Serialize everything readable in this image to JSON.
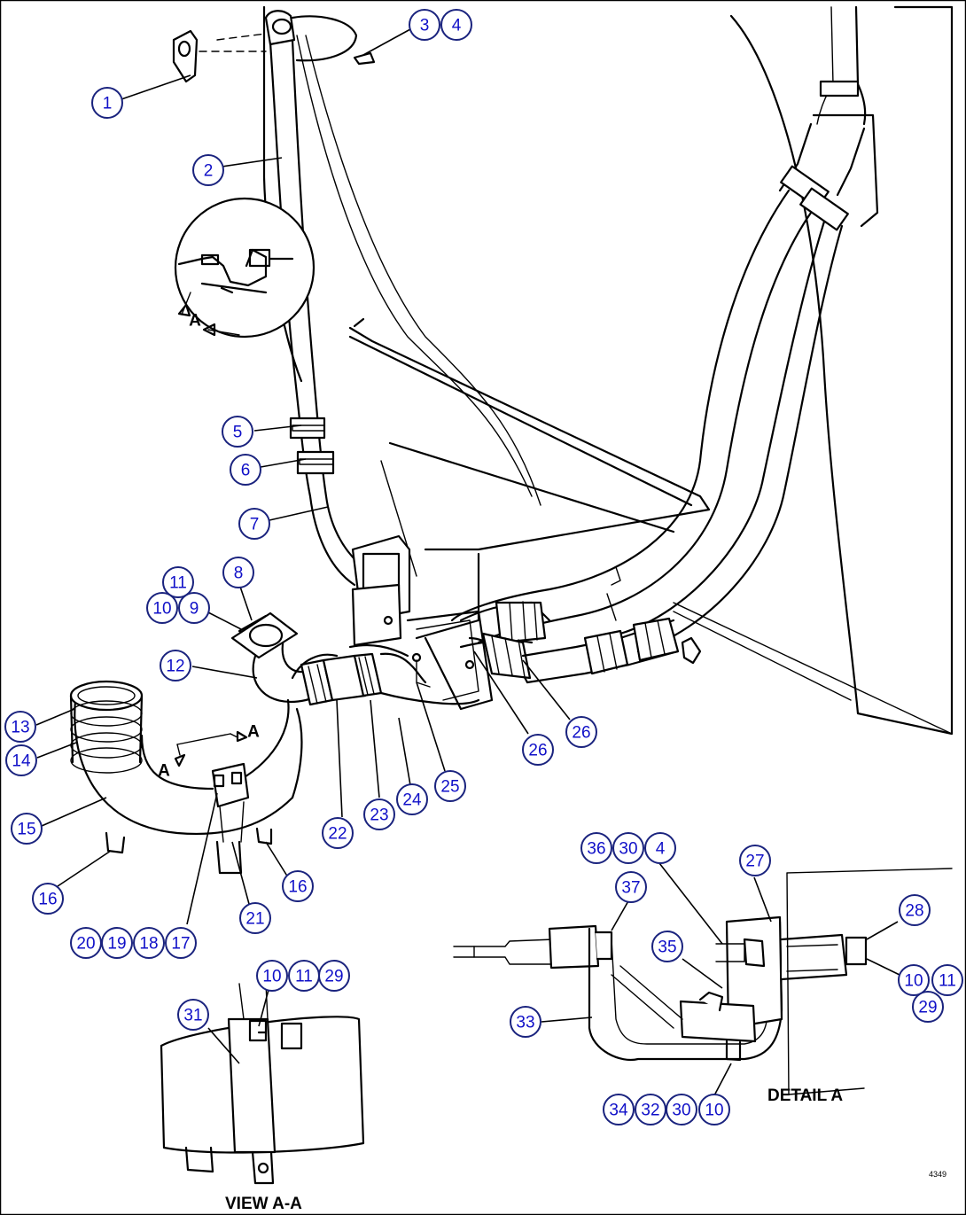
{
  "diagram": {
    "callouts": [
      {
        "label": "1"
      },
      {
        "label": "2"
      },
      {
        "label": "3"
      },
      {
        "label": "4"
      },
      {
        "label": "5"
      },
      {
        "label": "6"
      },
      {
        "label": "7"
      },
      {
        "label": "8"
      },
      {
        "label": "11"
      },
      {
        "label": "10"
      },
      {
        "label": "9"
      },
      {
        "label": "12"
      },
      {
        "label": "13"
      },
      {
        "label": "14"
      },
      {
        "label": "15"
      },
      {
        "label": "16"
      },
      {
        "label": "16"
      },
      {
        "label": "21"
      },
      {
        "label": "17"
      },
      {
        "label": "18"
      },
      {
        "label": "19"
      },
      {
        "label": "20"
      },
      {
        "label": "22"
      },
      {
        "label": "23"
      },
      {
        "label": "24"
      },
      {
        "label": "25"
      },
      {
        "label": "26"
      },
      {
        "label": "26"
      },
      {
        "label": "36"
      },
      {
        "label": "30"
      },
      {
        "label": "4"
      },
      {
        "label": "27"
      },
      {
        "label": "37"
      },
      {
        "label": "35"
      },
      {
        "label": "28"
      },
      {
        "label": "10"
      },
      {
        "label": "11"
      },
      {
        "label": "29"
      },
      {
        "label": "33"
      },
      {
        "label": "34"
      },
      {
        "label": "32"
      },
      {
        "label": "30"
      },
      {
        "label": "10"
      },
      {
        "label": "10"
      },
      {
        "label": "11"
      },
      {
        "label": "29"
      },
      {
        "label": "31"
      }
    ],
    "section_marks": {
      "a1": "A",
      "a2": "A",
      "a3": "A"
    },
    "captions": {
      "detail": "DETAIL A",
      "view": "VIEW A-A"
    },
    "figure_id": "4349"
  }
}
